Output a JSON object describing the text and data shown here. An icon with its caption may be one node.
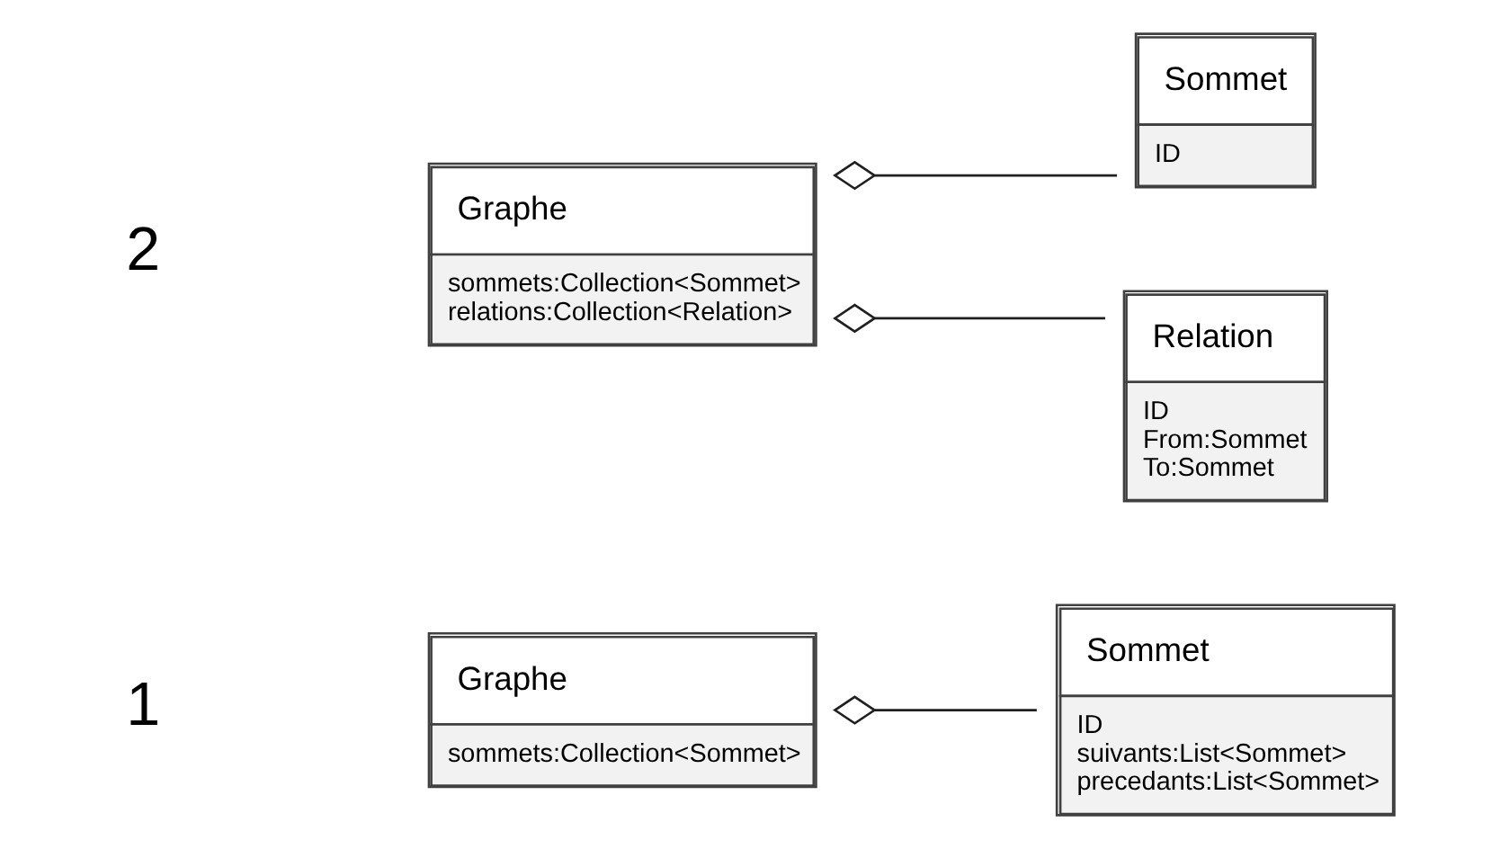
{
  "diagram": {
    "nodes": [
      {
        "text": [
          "Graphe",
          "sommets:Collection<Sommet>"
        ]
      },
      {
        "text": [
          "Sommet",
          "ID suivants:List<Sommet> precedants:List<Sommet>"
        ]
      },
      {
        "text": [
          "Graphe",
          "sommets:Collection<Sommet> relations:Collection<Relation>"
        ]
      },
      {
        "text": [
          "Sommet",
          "ID"
        ]
      },
      {
        "text": [
          "Relation",
          "ID From:Sommet To:Sommet"
        ]
      }
    ],
    "edges": [
      {
        "from": 0,
        "to": 1,
        "arrow": "other"
      },
      {
        "from": 2,
        "to": 3,
        "arrow": "other"
      },
      {
        "from": 2,
        "to": 4,
        "arrow": "other"
      }
    ],
    "labels": [
      "1",
      "2"
    ]
  }
}
